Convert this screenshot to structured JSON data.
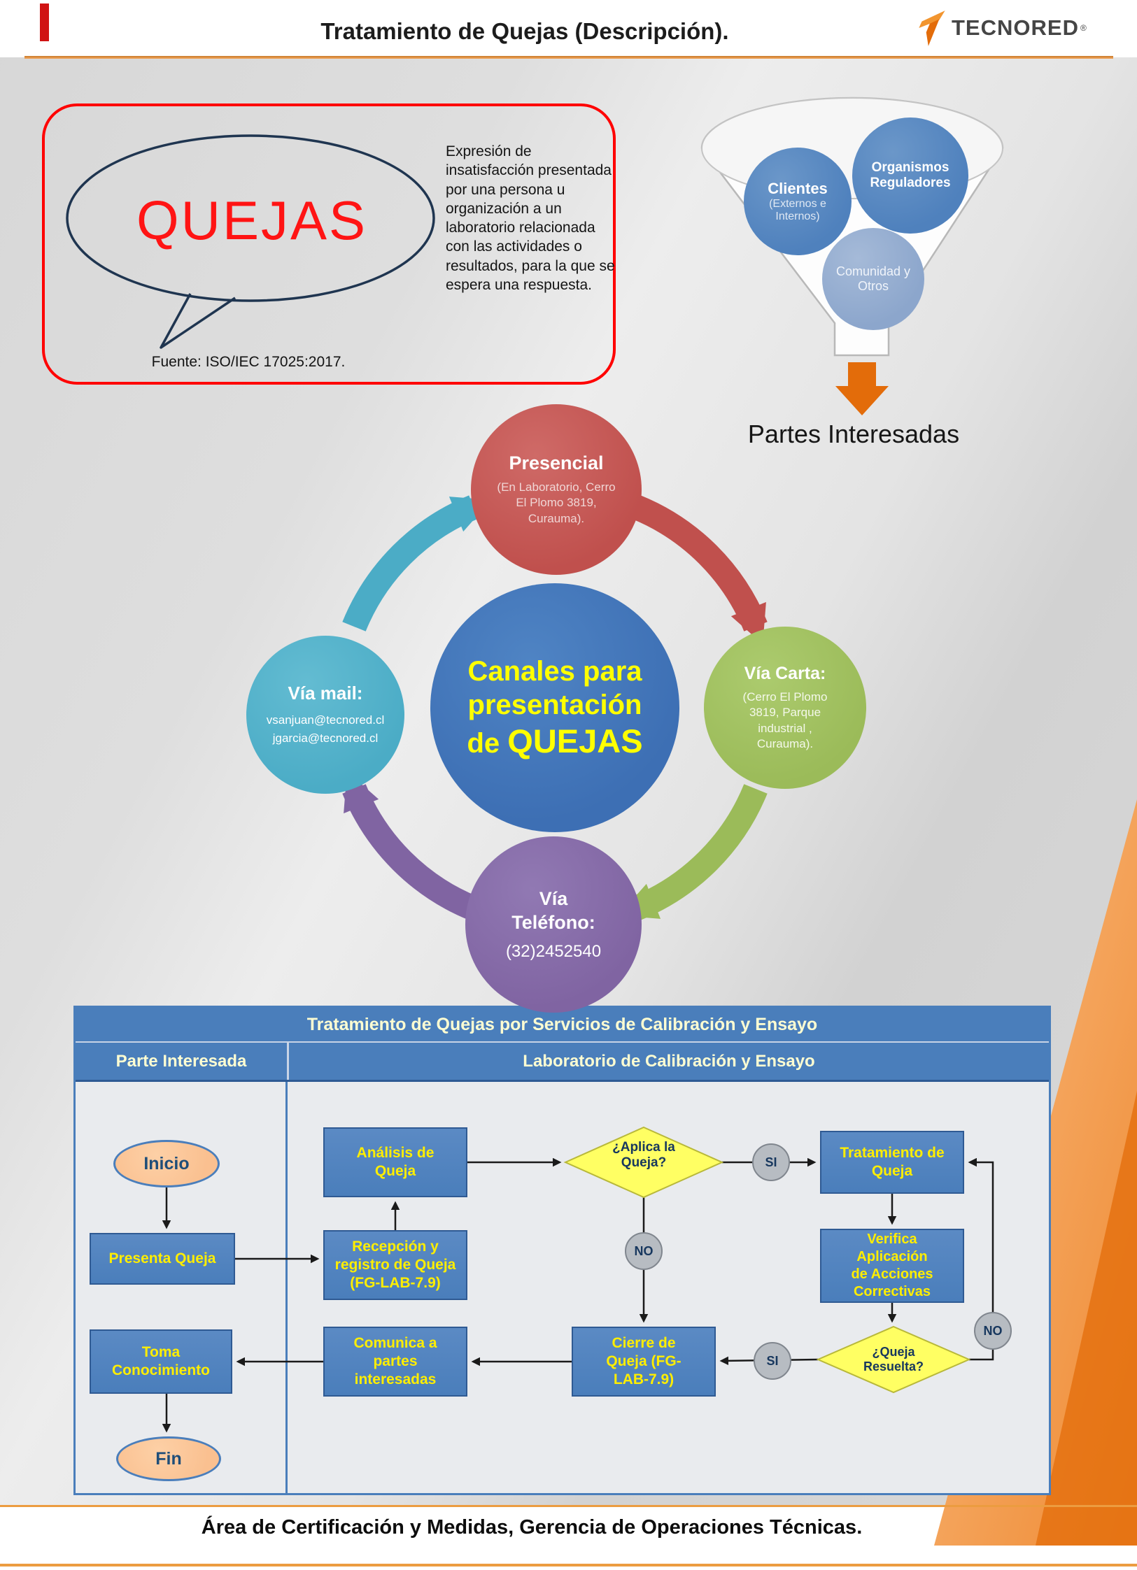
{
  "colors": {
    "accent_orange": "#f2952f",
    "deep_orange": "#e36c0a",
    "node_blue": "#4a7ebb",
    "red": "#c0504d",
    "green": "#9bbb59",
    "purple": "#8064a2",
    "teal": "#4bacc6",
    "diamond_yellow": "#ffff63"
  },
  "header": {
    "title": "Tratamiento de Quejas (Descripción).",
    "brand": "TECNORED",
    "brand_reg": "®"
  },
  "definition": {
    "word": "QUEJAS",
    "source": "Fuente: ISO/IEC 17025:2017.",
    "text": "Expresión de insatisfacción presentada por una persona u organización a un laboratorio relacionada con las actividades o resultados, para la que se espera una respuesta."
  },
  "stakeholders": {
    "clientes_title": "Clientes",
    "clientes_sub": "(Externos e Internos)",
    "organismos": "Organismos Reguladores",
    "comunidad": "Comunidad y Otros",
    "caption": "Partes Interesadas"
  },
  "channels": {
    "center_line1": "Canales para",
    "center_line2": "presentación",
    "center_de": "de",
    "center_word": "QUEJAS",
    "presencial_title": "Presencial",
    "presencial_detail": "(En Laboratorio, Cerro El Plomo 3819, Curauma).",
    "carta_title": "Vía Carta:",
    "carta_detail": "(Cerro El Plomo 3819, Parque industrial , Curauma).",
    "telefono_title": "Vía Teléfono:",
    "telefono_detail": "(32)2452540",
    "mail_title": "Vía mail:",
    "mail_line1": "vsanjuan@tecnored.cl",
    "mail_line2": "jgarcia@tecnored.cl"
  },
  "flowchart": {
    "title": "Tratamiento de Quejas por Servicios de Calibración y Ensayo",
    "col_left": "Parte Interesada",
    "col_right": "Laboratorio de Calibración y Ensayo",
    "inicio": "Inicio",
    "presenta": "Presenta Queja",
    "toma": "Toma Conocimiento",
    "fin": "Fin",
    "analisis": "Análisis de Queja",
    "recepcion": "Recepción y registro de Queja (FG-LAB-7.9)",
    "comunica": "Comunica a partes interesadas",
    "aplica": "¿Aplica la Queja?",
    "tratamiento": "Tratamiento de Queja",
    "verifica": "Verifica Aplicación de Acciones Correctivas",
    "cierre": "Cierre de Queja (FG-LAB-7.9)",
    "resuelta": "¿Queja Resuelta?",
    "si": "SI",
    "no": "NO"
  },
  "footer": {
    "text": "Área de Certificación y Medidas, Gerencia de Operaciones Técnicas."
  }
}
